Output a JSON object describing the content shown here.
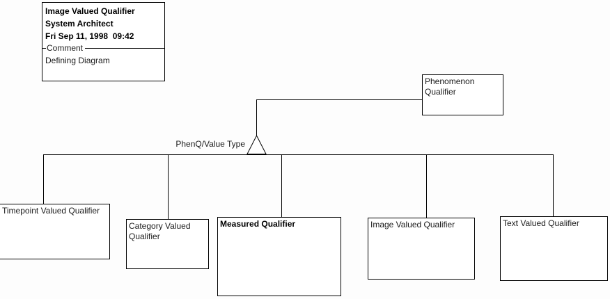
{
  "diagram": {
    "title_box": {
      "title": "Image Valued Qualifier",
      "application": "System Architect",
      "timestamp": "Fri Sep 11, 1998  09:42",
      "comment_label": "Comment",
      "comment_value": "Defining Diagram"
    },
    "parent_node": {
      "label": "Phenomenon Qualifier"
    },
    "relationship_label": "PhenQ/Value Type",
    "child_nodes": [
      {
        "label": "Timepoint Valued Qualifier"
      },
      {
        "label": "Category Valued Qualifier"
      },
      {
        "label": "Measured Qualifier"
      },
      {
        "label": "Image Valued Qualifier"
      },
      {
        "label": "Text Valued Qualifier"
      }
    ],
    "colors": {
      "line": "#000000",
      "box_background": "#ffffff",
      "canvas_background": "#fdfdfd"
    }
  }
}
